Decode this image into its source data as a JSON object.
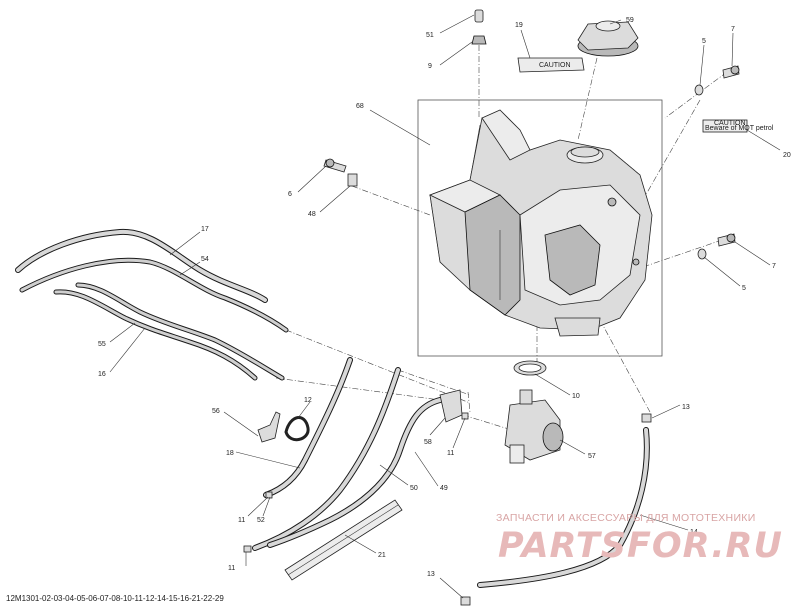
{
  "diagram": {
    "callouts": [
      "51",
      "19",
      "59",
      "7",
      "9",
      "5",
      "68",
      "20",
      "6",
      "48",
      "17",
      "54",
      "7",
      "5",
      "55",
      "16",
      "10",
      "12",
      "13",
      "56",
      "58",
      "57",
      "11",
      "18",
      "50",
      "49",
      "11",
      "52",
      "14",
      "11",
      "21",
      "13"
    ],
    "decals": {
      "decal_19_text": "CAUTION",
      "decal_20_line1": "CAUTION",
      "decal_20_line2": "Beware of MOT petrol"
    }
  },
  "footer": {
    "drawing_code": "12M1301-02-03-04-05-06-07-08-10-11-12-14-15-16-21-22-29"
  },
  "watermark": {
    "line": "ЗАПЧАСТИ И АКСЕССУАРЫ ДЛЯ МОТОТЕХНИКИ",
    "logo": "PARTSFOR.RU"
  },
  "colors": {
    "line": "#222222",
    "part_fill": "#dcdcdc",
    "watermark": "#e7b9b9"
  }
}
